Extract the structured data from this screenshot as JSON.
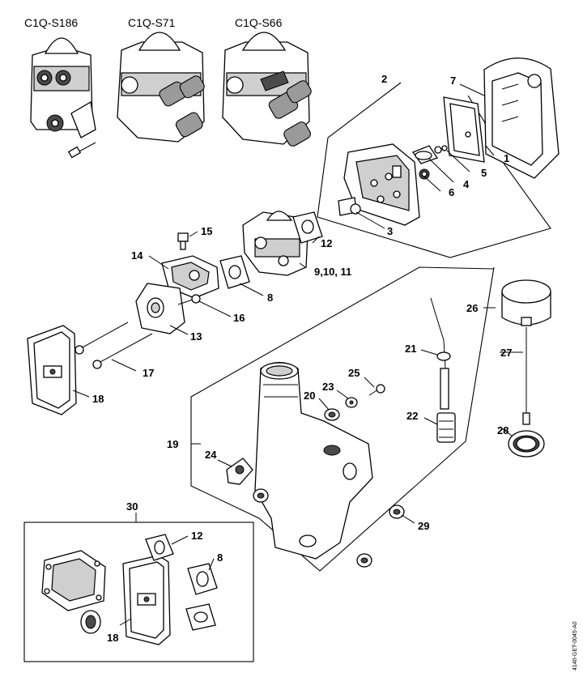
{
  "models": [
    "C1Q-S186",
    "C1Q-S71",
    "C1Q-S66"
  ],
  "callouts": {
    "c1": "1",
    "c2": "2",
    "c3": "3",
    "c4": "4",
    "c5": "5",
    "c6": "6",
    "c7": "7",
    "c8": "8",
    "c9": "9,10, 11",
    "c12": "12",
    "c13": "13",
    "c14": "14",
    "c15": "15",
    "c16": "16",
    "c17": "17",
    "c18": "18",
    "c19": "19",
    "c20": "20",
    "c21": "21",
    "c22": "22",
    "c23": "23",
    "c24": "24",
    "c25": "25",
    "c26": "26",
    "c27": "27",
    "c28": "28",
    "c29": "29",
    "c30": "30",
    "k12": "12",
    "k8": "8",
    "k18": "18"
  },
  "reference": "4140-GET-0045-A0"
}
